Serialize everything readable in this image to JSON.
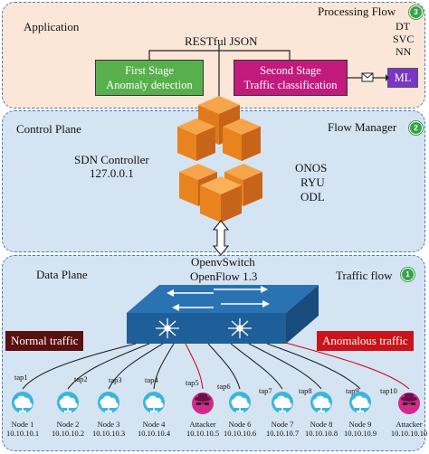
{
  "application": {
    "title": "Application",
    "processing_flow": "Processing Flow",
    "processing_step": "3",
    "rest_label": "RESTful JSON",
    "stage1": {
      "line1": "First Stage",
      "line2": "Anomaly detection"
    },
    "stage2": {
      "line1": "Second Stage",
      "line2": "Traffic classification"
    },
    "ml_methods": [
      "DT",
      "SVC",
      "NN"
    ],
    "ml_box": "ML"
  },
  "control": {
    "title": "Control Plane",
    "flow_manager": "Flow Manager",
    "flow_step": "2",
    "controller_name": "SDN Controller",
    "controller_ip": "127.0.0.1",
    "controllers": [
      "ONOS",
      "RYU",
      "ODL"
    ]
  },
  "data_plane": {
    "title": "Data Plane",
    "switch_line1": "OpenvSwitch",
    "switch_line2": "OpenFlow 1.3",
    "traffic_flow": "Traffic flow",
    "traffic_step": "1",
    "normal_label": "Normal traffic",
    "anomalous_label": "Anomalous traffic",
    "hosts": [
      {
        "tap": "tap1",
        "name": "Node 1",
        "ip": "10.10.10.1",
        "attacker": false
      },
      {
        "tap": "tap2",
        "name": "Node 2",
        "ip": "10.10.10.2",
        "attacker": false
      },
      {
        "tap": "tap3",
        "name": "Node 3",
        "ip": "10.10.10.3",
        "attacker": false
      },
      {
        "tap": "tap4",
        "name": "Node 4",
        "ip": "10.10.10.4",
        "attacker": false
      },
      {
        "tap": "tap5",
        "name": "Attacker",
        "ip": "10.10.10.5",
        "attacker": true
      },
      {
        "tap": "tap6",
        "name": "Node 6",
        "ip": "10.10.10.6",
        "attacker": false
      },
      {
        "tap": "tap7",
        "name": "Node 7",
        "ip": "10.10.10.7",
        "attacker": false
      },
      {
        "tap": "tap8",
        "name": "Node 8",
        "ip": "10.10.10.8",
        "attacker": false
      },
      {
        "tap": "tap9",
        "name": "Node 9",
        "ip": "10.10.10.9",
        "attacker": false
      },
      {
        "tap": "tap10",
        "name": "Attacker",
        "ip": "10.10.10.10",
        "attacker": true
      }
    ]
  },
  "colors": {
    "app_bg": "#fbe6d7",
    "control_bg": "#d5e4f3",
    "data_bg": "#d5e4f3",
    "stage1": "#58b04c",
    "stage2": "#c21a7d",
    "ml": "#7b35c8",
    "cube": "#f08a24",
    "switch": "#1f5f99",
    "normal_tag": "#5a1010",
    "anomalous_tag": "#c8141a",
    "badge": "#3aa24a"
  }
}
